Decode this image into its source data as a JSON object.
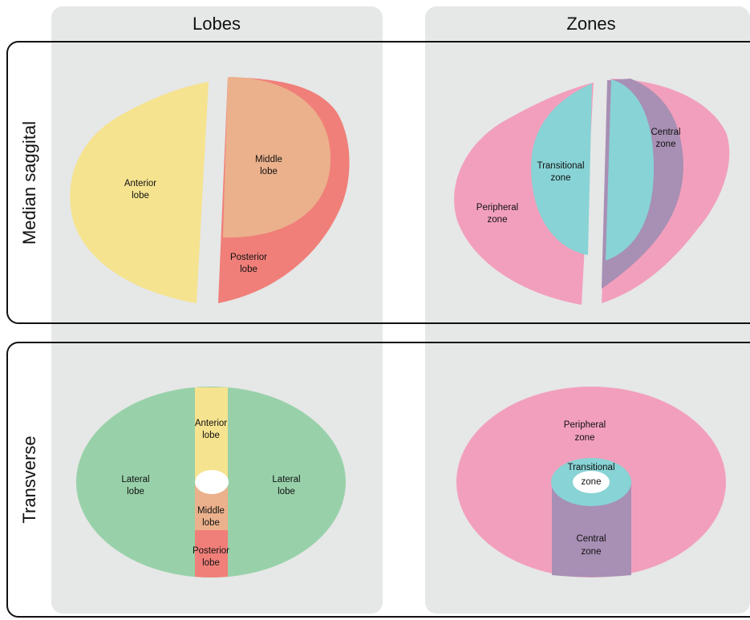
{
  "columns": {
    "lobes": "Lobes",
    "zones": "Zones"
  },
  "rows": {
    "sagittal": "Median saggital",
    "transverse": "Transverse"
  },
  "labels": {
    "sag_anterior": [
      "Anterior",
      "lobe"
    ],
    "sag_middle": [
      "Middle",
      "lobe"
    ],
    "sag_posterior": [
      "Posterior",
      "lobe"
    ],
    "sag_transitional": [
      "Transitional",
      "zone"
    ],
    "sag_central": [
      "Central",
      "zone"
    ],
    "sag_peripheral": [
      "Peripheral",
      "zone"
    ],
    "tr_anterior": [
      "Anterior",
      "lobe"
    ],
    "tr_lateral_left": [
      "Lateral",
      "lobe"
    ],
    "tr_lateral_right": [
      "Lateral",
      "lobe"
    ],
    "tr_middle": [
      "Middle",
      "lobe"
    ],
    "tr_posterior": [
      "Posterior",
      "lobe"
    ],
    "tr_peripheral": [
      "Peripheral",
      "zone"
    ],
    "tr_transitional": [
      "Transitional",
      "zone"
    ],
    "tr_central": [
      "Central",
      "zone"
    ]
  },
  "colors": {
    "panel_bg": "#e6e7e7",
    "anterior": "#f5e38f",
    "middle": "#ebb18c",
    "posterior": "#f07f79",
    "lateral": "#98d1a9",
    "peripheral": "#f29fbd",
    "transitional": "#88d3d5",
    "central": "#a88fb4"
  }
}
